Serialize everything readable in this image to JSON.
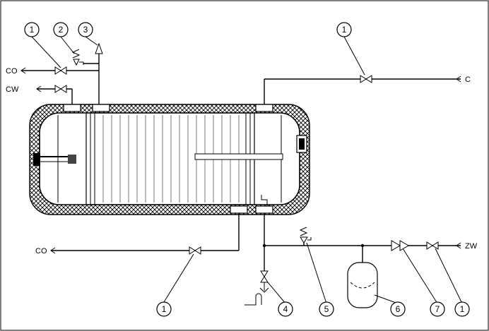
{
  "labels": {
    "co_top": "CO",
    "cw_top": "CW",
    "c_right": "C",
    "co_bottom": "CO",
    "zw_right": "ZW"
  },
  "callouts": {
    "c1_top_left": "1",
    "c2": "2",
    "c3": "3",
    "c1_top_right": "1",
    "c1_bottom_left": "1",
    "c4": "4",
    "c5": "5",
    "c6": "6",
    "c7": "7",
    "c1_bottom_right": "1"
  }
}
